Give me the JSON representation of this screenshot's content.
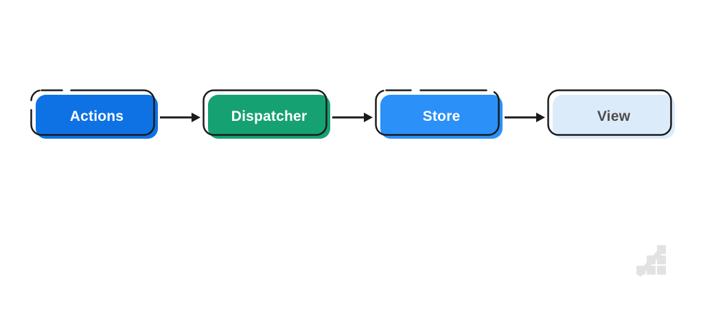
{
  "page": {
    "background": "#ffffff"
  },
  "diagram": {
    "type": "flowchart",
    "direction": "left-to-right",
    "outline_color": "#1b1b1b",
    "arrow_color": "#1b1b1b",
    "nodes": [
      {
        "id": "actions",
        "label": "Actions",
        "fill": "#0e72e4",
        "text_color": "#ffffff"
      },
      {
        "id": "dispatcher",
        "label": "Dispatcher",
        "fill": "#16a173",
        "text_color": "#ffffff"
      },
      {
        "id": "store",
        "label": "Store",
        "fill": "#2b90f8",
        "text_color": "#ffffff"
      },
      {
        "id": "view",
        "label": "View",
        "fill": "#dcebfa",
        "text_color": "#4d4d4d"
      }
    ],
    "edges": [
      {
        "from": "Actions",
        "to": "Dispatcher"
      },
      {
        "from": "Dispatcher",
        "to": "Store"
      },
      {
        "from": "Store",
        "to": "View"
      }
    ]
  },
  "watermark": {
    "icon": "stairs-chart-icon",
    "color": "#e2e2e2"
  }
}
